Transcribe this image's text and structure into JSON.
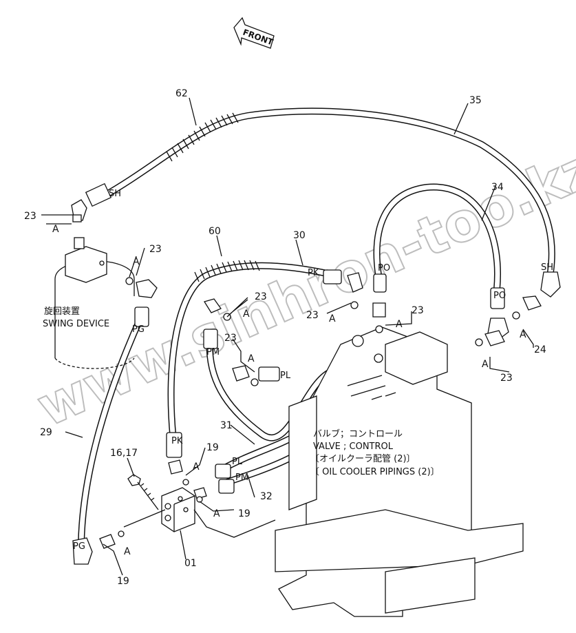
{
  "front_arrow": "FRONT",
  "watermark": "www.sinhron-too.kz",
  "labels": {
    "p62": "62",
    "p35": "35",
    "p34": "34",
    "p60": "60",
    "p30": "30",
    "p23a": "23",
    "p23b": "23",
    "p23c": "23",
    "p23d": "23",
    "p23e": "23",
    "p23f": "23",
    "p23g": "23",
    "p24": "24",
    "p29": "29",
    "p31": "31",
    "p32": "32",
    "p16_17": "16,17",
    "p19a": "19",
    "p19b": "19",
    "p19c": "19",
    "p01": "01",
    "a1": "A",
    "a2": "A",
    "a3": "A",
    "a4": "A",
    "a5": "A",
    "a6": "A",
    "a7": "A",
    "a8": "A",
    "a9": "A",
    "a10": "A",
    "a11": "A",
    "sh1": "SH",
    "sh2": "SH",
    "pk1": "PK",
    "pk2": "PK",
    "po1": "PO",
    "po2": "PO",
    "pg1": "PG",
    "pg2": "PG",
    "pm1": "PM",
    "pm2": "PM",
    "pl1": "PL",
    "pl2": "PL"
  },
  "swing_device": {
    "jp": "旋回装置",
    "en": "SWING DEVICE"
  },
  "valve": {
    "jp1": "バルブ；コントロール",
    "en1": "VALVE ; CONTROL",
    "jp2": "〔オイルクーラ配管 (2)〕",
    "en2": "〔 OIL COOLER PIPINGS (2)〕"
  }
}
